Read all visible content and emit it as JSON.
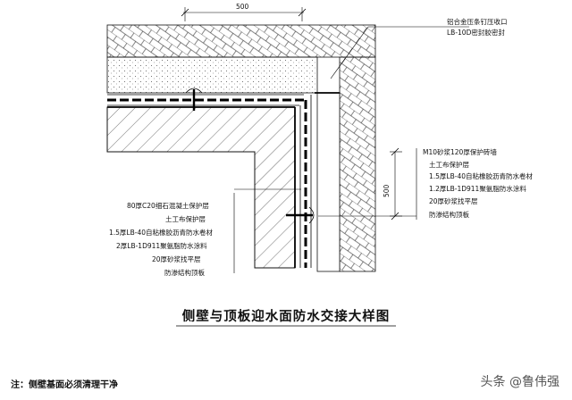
{
  "dimensions": {
    "top_width": "500",
    "right_height": "500"
  },
  "labels_top_right": [
    "铝合金压条钉压收口",
    "LB-10D密封胶密封"
  ],
  "labels_right": [
    "M10砂浆120厚保护砖墙",
    "土工布保护层",
    "1.5厚LB-40自粘橡胶沥青防水卷材",
    "1.2厚LB-1D911聚氨脂防水涂料",
    "20厚砂浆找平层",
    "防渗结构顶板"
  ],
  "labels_left": [
    "80厚C20细石混凝土保护层",
    "土工布保护层",
    "1.5厚LB-40自粘橡胶沥青防水卷材",
    "2厚LB-1D911聚氨脂防水涂料",
    "20厚砂浆找平层",
    "防渗结构顶板"
  ],
  "title": "侧壁与顶板迎水面防水交接大样图",
  "note": "注：侧壁基面必须清理干净",
  "watermark": "头条 @鲁伟强"
}
